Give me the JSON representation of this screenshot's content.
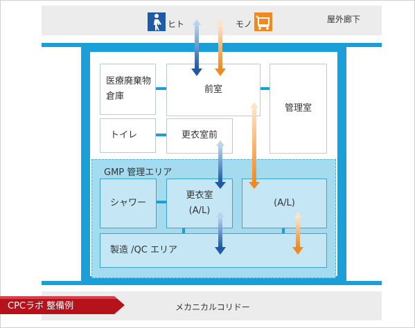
{
  "corridors": {
    "top": "屋外廊下",
    "bottom": "メカニカルコリドー"
  },
  "legend": {
    "person": "ヒト",
    "goods": "モノ"
  },
  "rooms": {
    "medical_waste": "医療廃棄物倉庫",
    "anteroom": "前室",
    "management": "管理室",
    "toilet": "トイレ",
    "pre_changing": "更衣室前",
    "shower": "シャワー",
    "changing": "更衣室(A/L)",
    "al": "(A/L)",
    "manufacturing": "製造 /QC エリア"
  },
  "gmp_label": "GMP 管理エリア",
  "example_tag": "CPCラボ 整備例",
  "colors": {
    "person_arrow": "#1d5aa8",
    "goods_arrow": "#f08a20",
    "wall": "#1a9fd8",
    "gmp_fill": "#a5dbef",
    "tag": "#b5121b"
  },
  "icons": {
    "person": "walking-person-icon",
    "goods": "cart-icon"
  }
}
